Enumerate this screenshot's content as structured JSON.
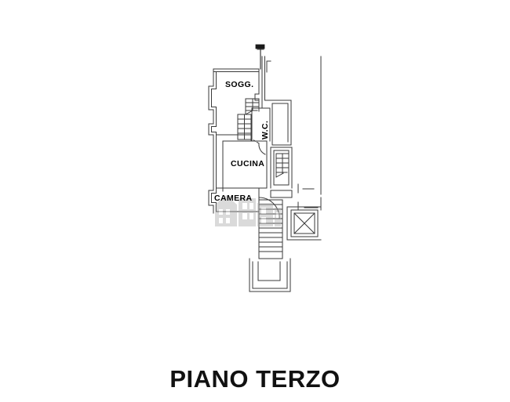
{
  "document": {
    "type": "floor-plan",
    "title": "PIANO TERZO",
    "language": "it",
    "background_color": "#ffffff",
    "line_color": "#3a3a3a",
    "text_color": "#000000"
  },
  "plan": {
    "rooms": [
      {
        "id": "sogg",
        "label": "SOGG.",
        "full_name": "Soggiorno"
      },
      {
        "id": "cucina",
        "label": "CUCINA",
        "full_name": "Cucina"
      },
      {
        "id": "camera",
        "label": "CAMERA",
        "full_name": "Camera"
      },
      {
        "id": "wc",
        "label": "W.C.",
        "full_name": "Water Closet",
        "orientation": "vertical"
      }
    ],
    "features": [
      {
        "id": "north-arrow",
        "name": "north-indicator"
      },
      {
        "id": "main-staircase",
        "name": "staircase"
      },
      {
        "id": "secondary-stair-1",
        "name": "stair-flight"
      },
      {
        "id": "secondary-stair-2",
        "name": "stair-flight"
      },
      {
        "id": "landing-stair",
        "name": "stair-flight"
      },
      {
        "id": "shaft",
        "name": "elevator-shaft"
      },
      {
        "id": "door-swing-cucina",
        "name": "door-swing"
      },
      {
        "id": "door-swing-landing",
        "name": "door-swing"
      },
      {
        "id": "property-line",
        "name": "boundary-line"
      }
    ]
  },
  "watermark": {
    "present": true,
    "kind": "real-estate-buildings-logo",
    "color": "#b3b3b3"
  }
}
